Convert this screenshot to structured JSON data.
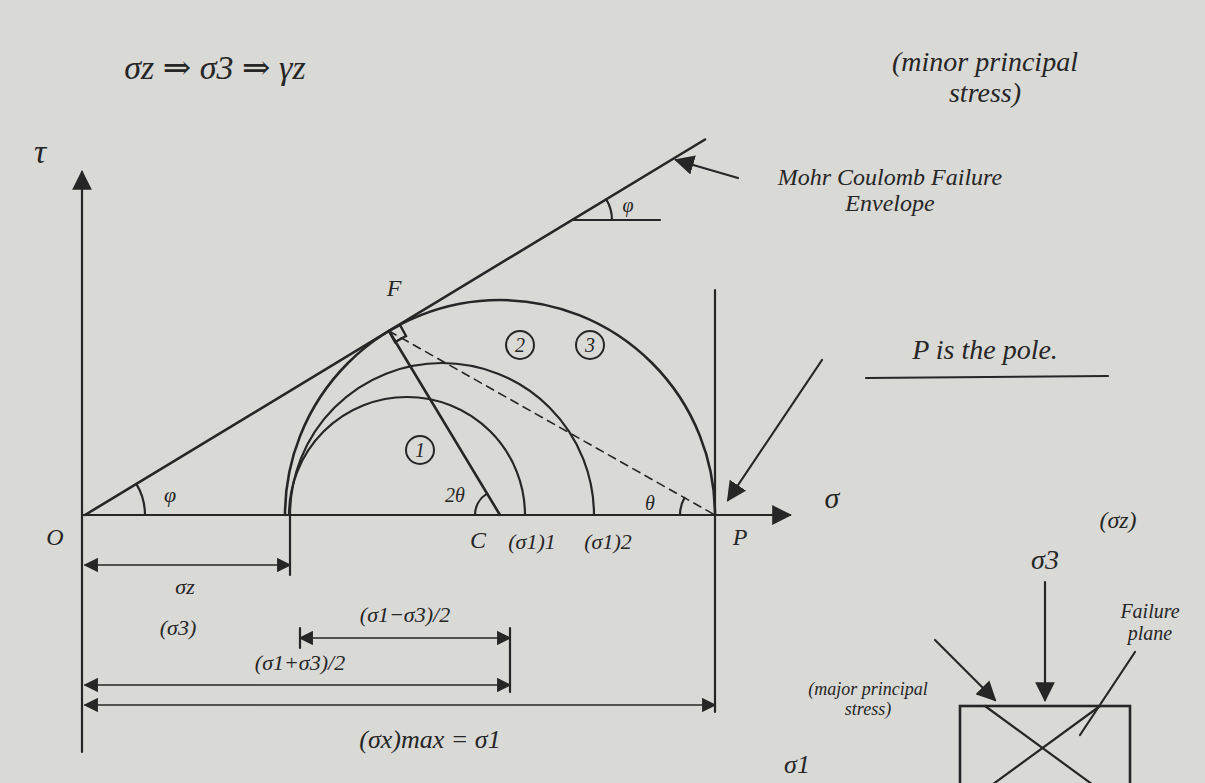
{
  "diagram": {
    "labels": [
      "σz ⇒ σ3 ⇒ γz",
      "(minor principal stress)",
      "τ",
      "Mohr Coulomb Failure Envelope",
      "φ",
      "F",
      "3",
      "P is the pole.",
      "2",
      "1",
      "2θ",
      "θ",
      "σ",
      "O",
      "φ",
      "C",
      "(σ1)1",
      "(σ1)2",
      "P",
      "σz",
      "(σ3)",
      "(σ1−σ3)/2",
      "(σ1+σ3)/2",
      "(σx)max = σ1",
      "(σz)",
      "σ3",
      "Failure plane",
      "(major principal stress)",
      "σ1"
    ]
  }
}
